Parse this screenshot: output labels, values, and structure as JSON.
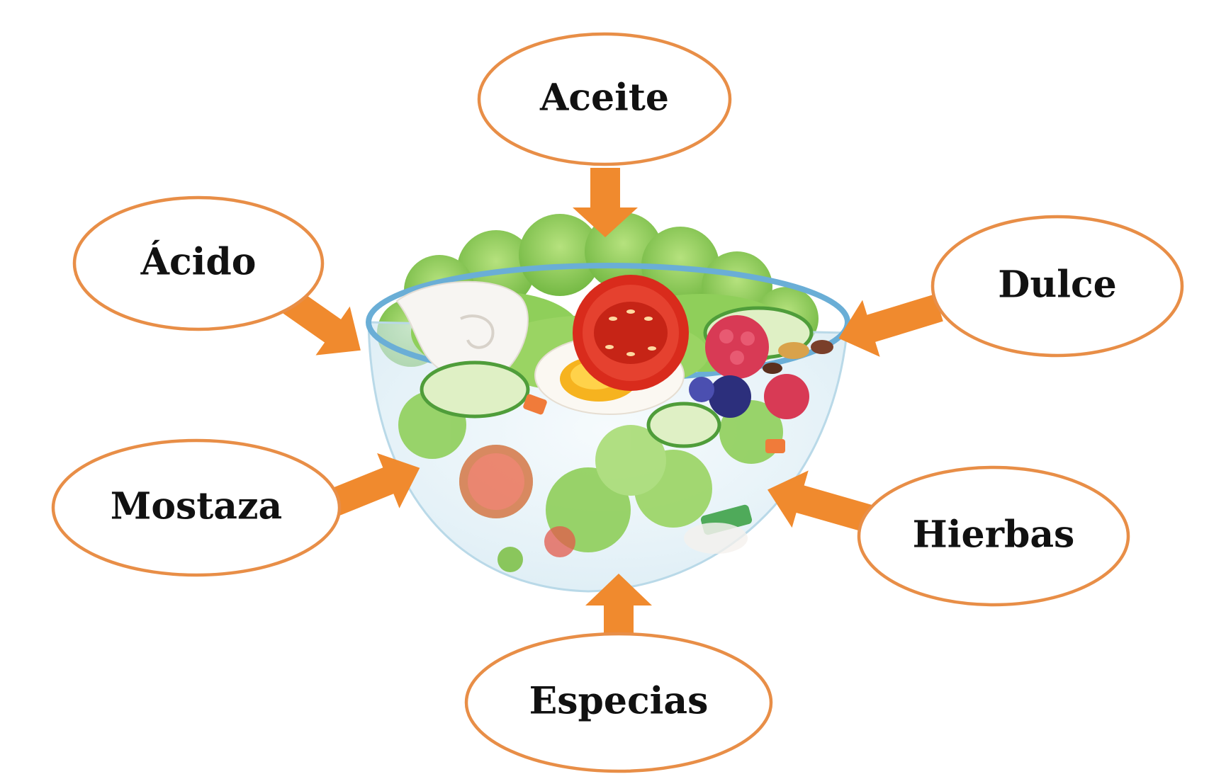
{
  "diagram": {
    "colors": {
      "ellipse_stroke": "#e88e47",
      "arrow": "#f08a2e",
      "label": "#111111",
      "lettuce": "#8fcf5a",
      "lettuce_dark": "#6fb33f",
      "tomato": "#e23b2a",
      "bowl_rim": "#6aaed6",
      "bowl_glass": "#dbeef7"
    },
    "center": {
      "label": "salad-bowl",
      "icon": "salad-bowl-icon"
    },
    "nodes": [
      {
        "id": "aceite",
        "label": "Aceite"
      },
      {
        "id": "acido",
        "label": "Ácido"
      },
      {
        "id": "dulce",
        "label": "Dulce"
      },
      {
        "id": "mostaza",
        "label": "Mostaza"
      },
      {
        "id": "hierbas",
        "label": "Hierbas"
      },
      {
        "id": "especias",
        "label": "Especias"
      }
    ]
  }
}
